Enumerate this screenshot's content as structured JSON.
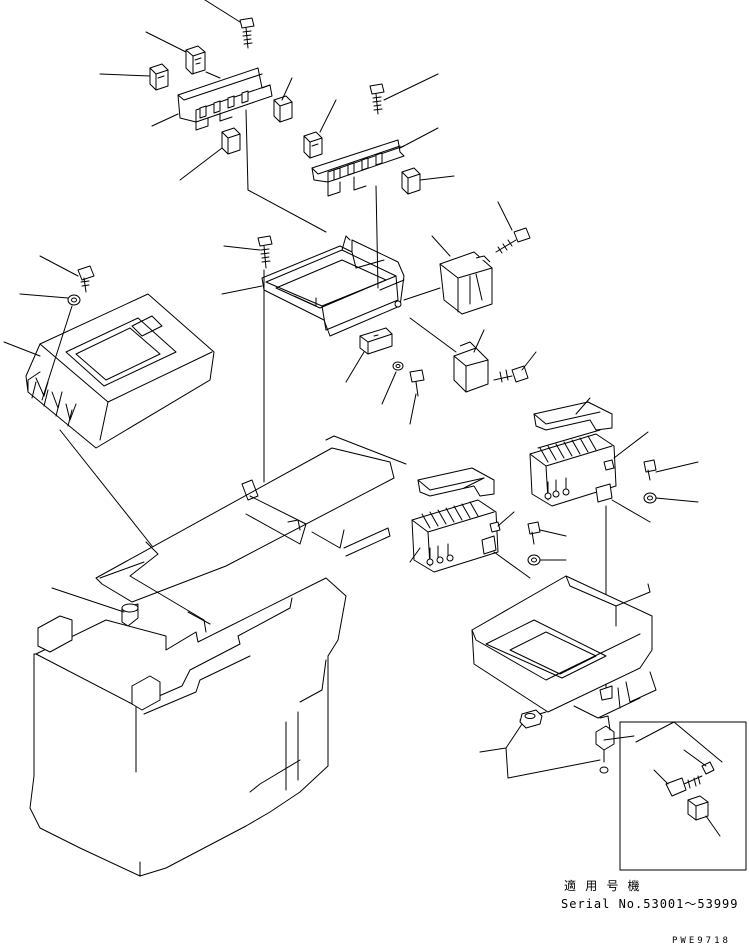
{
  "note": {
    "applicable_label": "適 用 号 機",
    "serial_label": "Serial No.53001～53999"
  },
  "drawing_code": "PWE9718"
}
